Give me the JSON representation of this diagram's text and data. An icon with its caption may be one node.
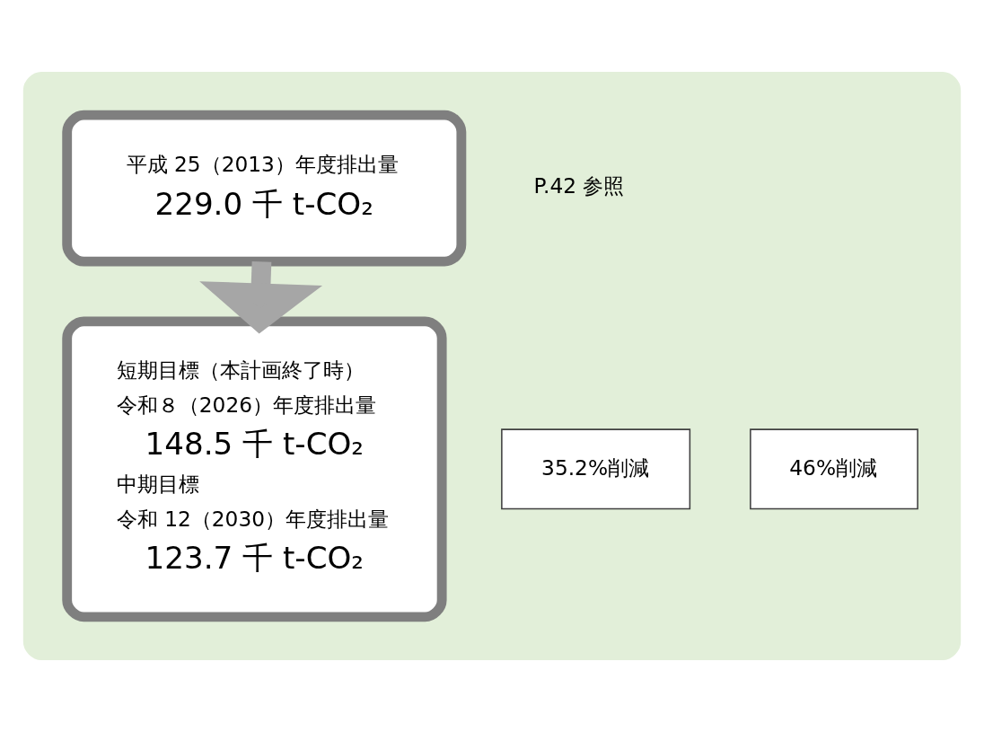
{
  "diagram": {
    "nodes": [
      {
        "text": [],
        "shape": "box"
      },
      {
        "text": [
          "平成 25（2013）年度排出量",
          "229.0 千 t-CO₂"
        ],
        "in": 0
      },
      {
        "text": [
          "短期目標（本計画終了時）",
          "令和８（2026）年度排出量",
          "148.5 千 t-CO₂",
          "中期目標",
          "令和 12（2030）年度排出量",
          "123.7 千 t-CO₂"
        ],
        "in": 0
      },
      {
        "text": [
          "35.2%削減"
        ],
        "in": 0
      },
      {
        "text": [
          "46%削減"
        ],
        "in": 0
      }
    ],
    "edges": [
      {
        "from": 1,
        "to": 2,
        "arrow": "to"
      }
    ],
    "labels": [
      "P.42 参照"
    ]
  }
}
